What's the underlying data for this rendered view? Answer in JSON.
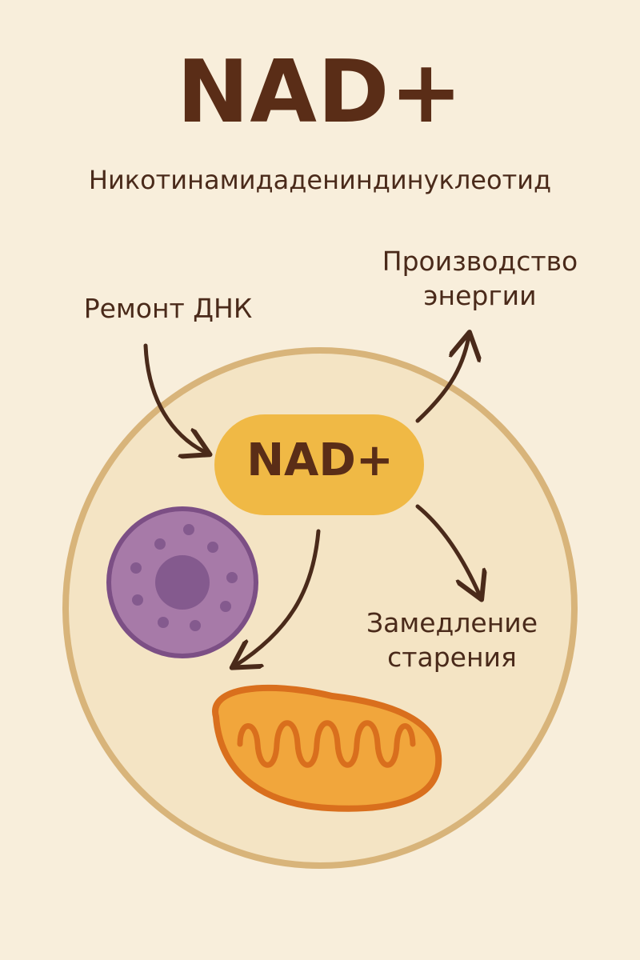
{
  "title": "NAD+",
  "subtitle": "Никотинамидадениндинуклеотид",
  "center_label": "NAD+",
  "labels": {
    "dna_repair": "Ремонт ДНК",
    "energy_line1": "Производство",
    "energy_line2": "энергии",
    "aging_line1": "Замедление",
    "aging_line2": "старения"
  },
  "colors": {
    "background": "#f8eedb",
    "cell_fill": "#f4e4c4",
    "cell_border": "#d8b47a",
    "nad_fill": "#f0b945",
    "nucleus_fill": "#a77aa8",
    "mitochondrion_fill": "#f1a63c",
    "mitochondrion_border": "#d96f1d",
    "arrow": "#4a2a1a",
    "text": "#5a2d17"
  }
}
